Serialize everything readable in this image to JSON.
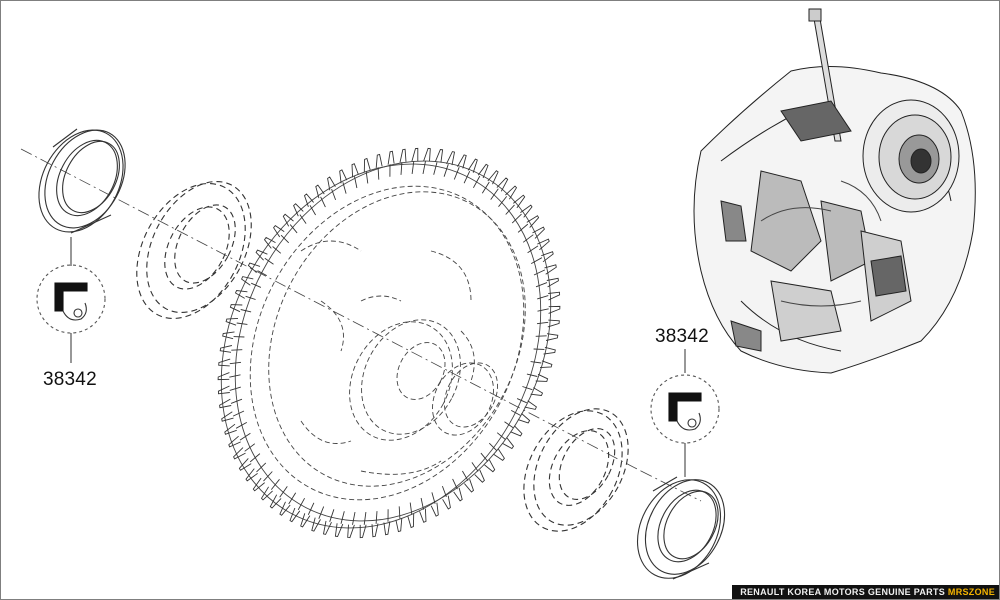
{
  "labels": {
    "left_part_number": "38342",
    "right_part_number": "38342"
  },
  "watermark": {
    "text": "RENAULT KOREA MOTORS GENUINE PARTS",
    "brand": "MRSZONE"
  },
  "colors": {
    "line": "#333333",
    "watermark_bg": "#111111",
    "watermark_brand": "#f5b400"
  }
}
